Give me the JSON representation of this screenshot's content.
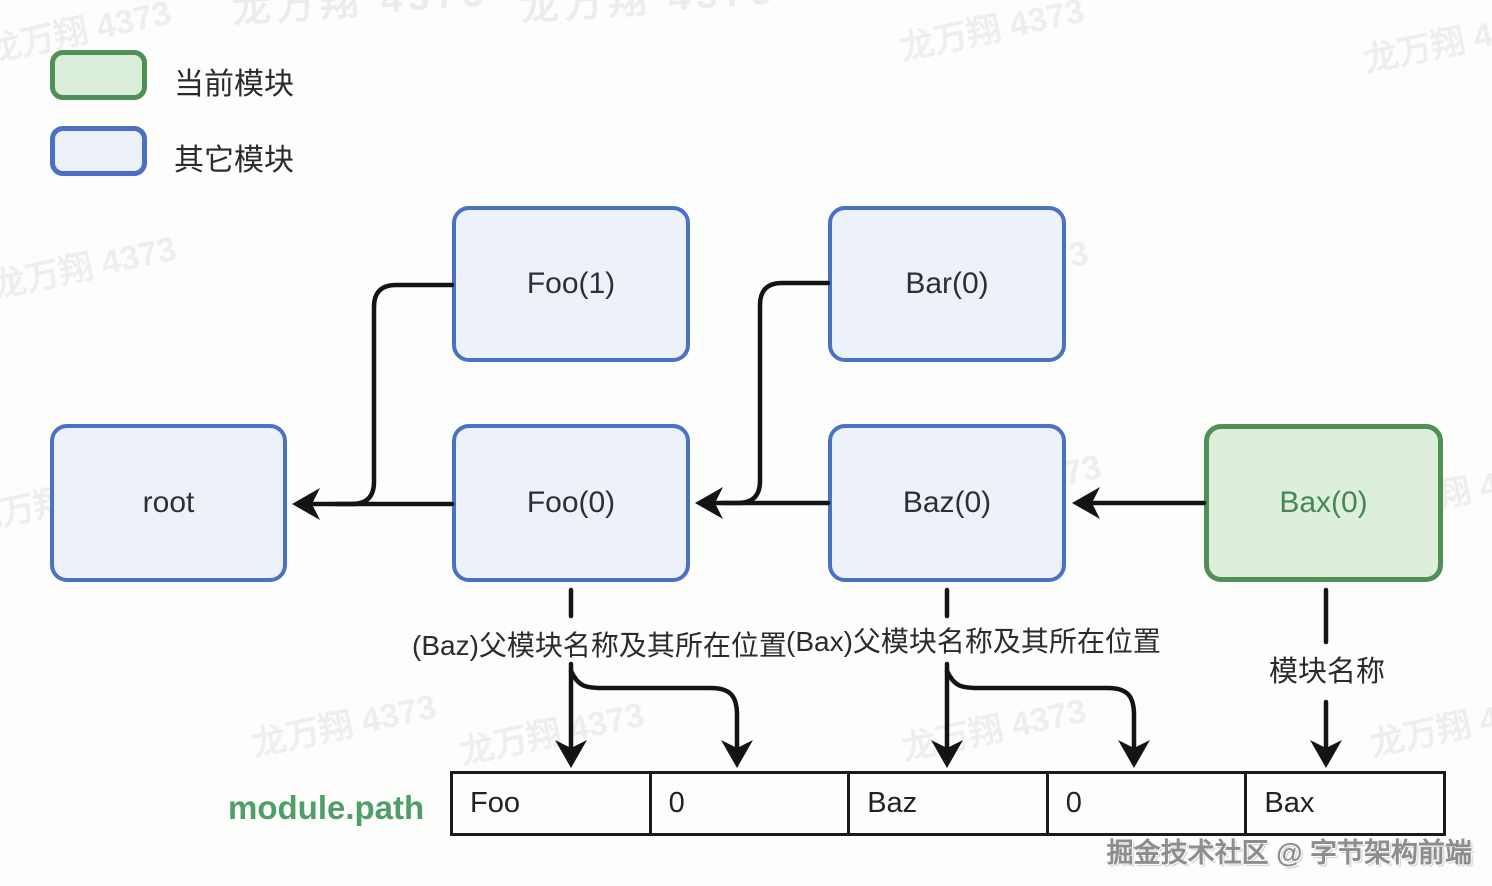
{
  "legend": {
    "current_module_label": "当前模块",
    "other_module_label": "其它模块"
  },
  "nodes": {
    "root": "root",
    "foo1": "Foo(1)",
    "bar0": "Bar(0)",
    "foo0": "Foo(0)",
    "baz0": "Baz(0)",
    "bax0": "Bax(0)"
  },
  "annotations": {
    "baz_parent": "(Baz)父模块名称及其所在位置",
    "bax_parent": "(Bax)父模块名称及其所在位置",
    "module_name": "模块名称"
  },
  "table": {
    "caption": "module.path",
    "cells": [
      "Foo",
      "0",
      "Baz",
      "0",
      "Bax"
    ]
  },
  "watermark": {
    "text": "龙万翔 4373",
    "credit": "掘金技术社区 @ 字节架构前端"
  },
  "colors": {
    "current_module_border": "#4e9058",
    "current_module_fill": "#ddeeda",
    "other_module_border": "#4a72c4",
    "other_module_fill": "#edf1f9",
    "connector": "#141414",
    "caption_green": "#4f9e68"
  }
}
